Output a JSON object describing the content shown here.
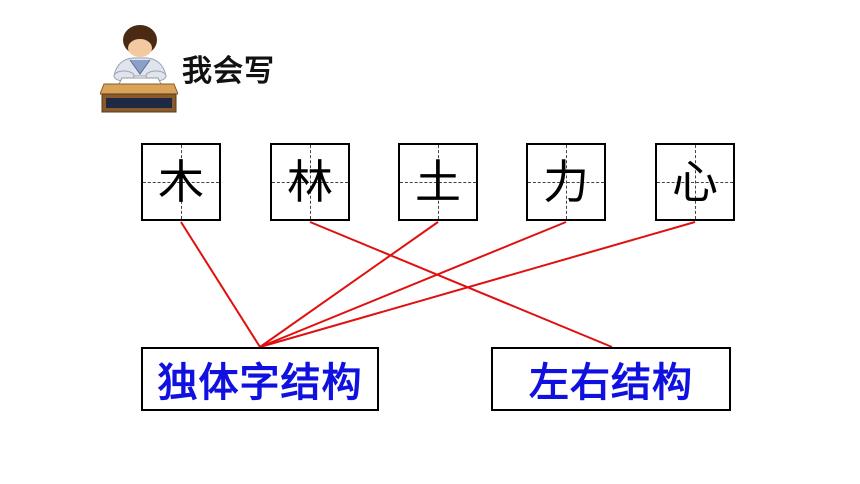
{
  "header": {
    "title": "我会写",
    "icon": "student-writing-icon"
  },
  "characters": [
    {
      "char": "木"
    },
    {
      "char": "林"
    },
    {
      "char": "土"
    },
    {
      "char": "力"
    },
    {
      "char": "心"
    }
  ],
  "structures": [
    {
      "label": "独体字结构"
    },
    {
      "label": "左右结构"
    }
  ],
  "connections": [
    {
      "from": "木",
      "to": "独体字结构"
    },
    {
      "from": "林",
      "to": "左右结构"
    },
    {
      "from": "土",
      "to": "独体字结构"
    },
    {
      "from": "力",
      "to": "独体字结构"
    },
    {
      "from": "心",
      "to": "独体字结构"
    }
  ],
  "colors": {
    "line": "#e01010",
    "label": "#1010e0"
  }
}
